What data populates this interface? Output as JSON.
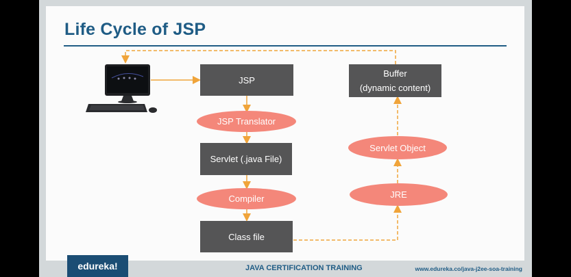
{
  "slide": {
    "title": "Life Cycle of JSP",
    "colors": {
      "title": "#1f5c85",
      "box": "#555556",
      "pill": "#f4877a",
      "arrow": "#f0a43a"
    }
  },
  "diagram": {
    "boxes": {
      "jsp": "JSP",
      "servlet": "Servlet (.java File)",
      "class_file": "Class file",
      "buffer": "Buffer\n(dynamic content)"
    },
    "pills": {
      "translator": "JSP Translator",
      "compiler": "Compiler",
      "servlet_object": "Servlet Object",
      "jre": "JRE"
    },
    "client_icon": "desktop-computer-icon"
  },
  "footer": {
    "logo": "edureka!",
    "center": "JAVA CERTIFICATION TRAINING",
    "url": "www.edureka.co/java-j2ee-soa-training"
  }
}
